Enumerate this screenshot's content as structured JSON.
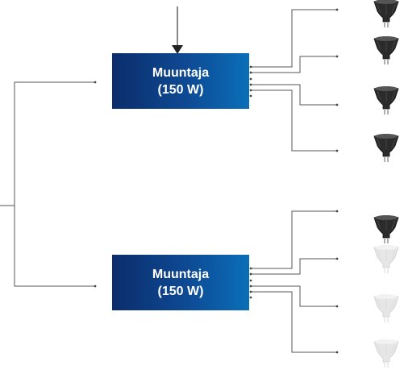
{
  "transformers": [
    {
      "name": "Muuntaja",
      "rating": "(150 W)"
    },
    {
      "name": "Muuntaja",
      "rating": "(150 W)"
    }
  ],
  "lamps": [
    {
      "state": "on"
    },
    {
      "state": "on"
    },
    {
      "state": "on"
    },
    {
      "state": "on"
    },
    {
      "state": "on"
    },
    {
      "state": "off"
    },
    {
      "state": "off"
    },
    {
      "state": "off"
    }
  ],
  "colors": {
    "box_gradient": [
      "#0b2d6b",
      "#0e4a94",
      "#0a6fb8"
    ],
    "wire": "#444444",
    "lamp_on": "#2b2b2b",
    "lamp_off": "#e6e6e6"
  }
}
